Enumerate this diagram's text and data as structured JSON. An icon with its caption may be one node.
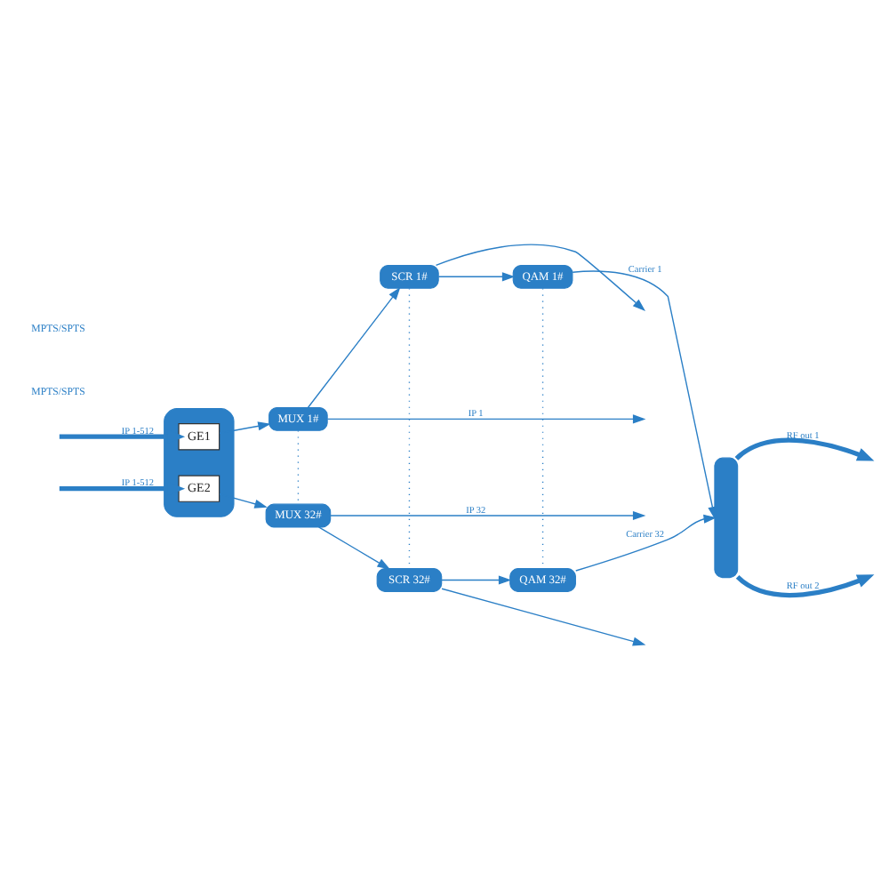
{
  "diagram": {
    "nodes": [
      {
        "text": [],
        "shape": "box"
      },
      {
        "text": [
          "GE1"
        ],
        "in": 0
      },
      {
        "text": [
          "GE2"
        ],
        "in": 0
      },
      {
        "text": [
          "MUX 1#"
        ]
      },
      {
        "text": [
          "SCR 1#"
        ]
      },
      {
        "text": [
          "QAM 1#"
        ]
      },
      {
        "text": [
          "MUX 32#"
        ]
      },
      {
        "text": [
          "SCR 32#"
        ]
      },
      {
        "text": [
          "QAM 32#"
        ]
      },
      {
        "text": [],
        "shape": "bar"
      }
    ],
    "edges": [
      {
        "from": null,
        "to": 1,
        "arrow": "to",
        "label": "IP 1-512",
        "style": "thick"
      },
      {
        "from": null,
        "to": 2,
        "arrow": "to",
        "label": "IP 1-512",
        "style": "thick"
      },
      {
        "from": 1,
        "to": 3,
        "arrow": "to"
      },
      {
        "from": 3,
        "to": 4,
        "arrow": "to"
      },
      {
        "from": 4,
        "to": 5,
        "arrow": "to"
      },
      {
        "from": 5,
        "to": 9,
        "arrow": "to",
        "label": "Carrier 1"
      },
      {
        "from": 3,
        "to": null,
        "arrow": "to",
        "label": "IP 1"
      },
      {
        "from": 4,
        "to": null,
        "arrow": "to"
      },
      {
        "from": 2,
        "to": 6,
        "arrow": "to"
      },
      {
        "from": 6,
        "to": 7,
        "arrow": "to"
      },
      {
        "from": 7,
        "to": 8,
        "arrow": "to"
      },
      {
        "from": 8,
        "to": 9,
        "arrow": "to",
        "label": "Carrier 32"
      },
      {
        "from": 6,
        "to": null,
        "arrow": "to",
        "label": "IP 32"
      },
      {
        "from": 7,
        "to": null,
        "arrow": "to"
      },
      {
        "from": 3,
        "to": 6,
        "arrow": "none",
        "style": "dashed"
      },
      {
        "from": 4,
        "to": 7,
        "arrow": "none",
        "style": "dashed"
      },
      {
        "from": 5,
        "to": 8,
        "arrow": "none",
        "style": "dashed"
      },
      {
        "from": 9,
        "to": null,
        "arrow": "to",
        "label": "RF out 1",
        "style": "thick"
      },
      {
        "from": 9,
        "to": null,
        "arrow": "to",
        "label": "RF out 2",
        "style": "thick"
      }
    ],
    "labels": [
      "MPTS/SPTS",
      "MPTS/SPTS"
    ]
  }
}
